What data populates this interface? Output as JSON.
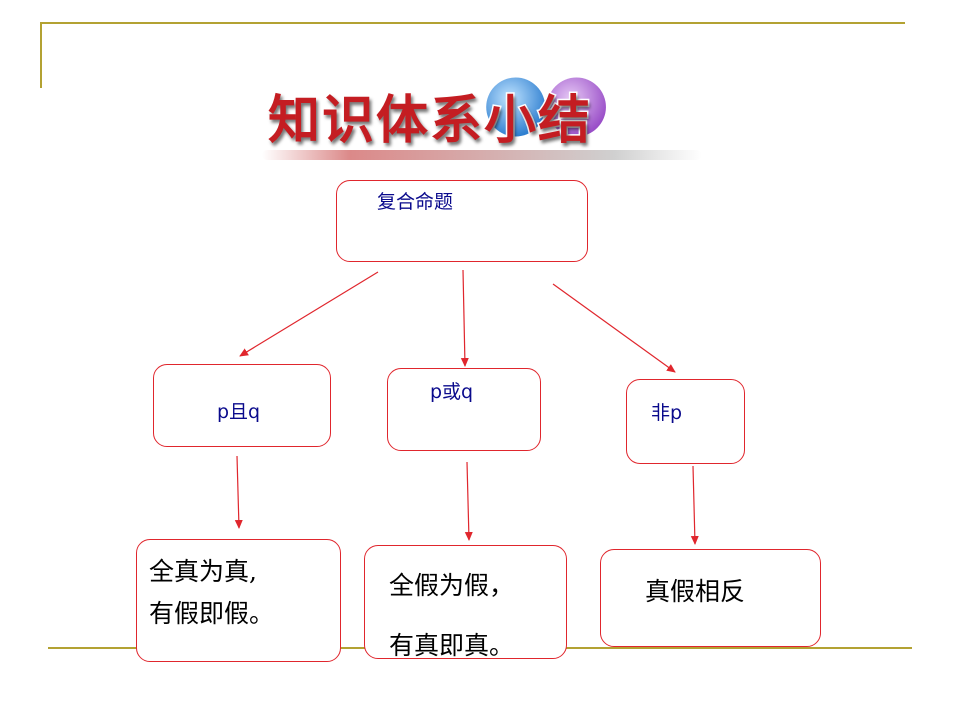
{
  "title": "知识体系小结",
  "colors": {
    "accent_rule": "#b3a232",
    "box_border": "#e0262d",
    "arrow": "#e0262d",
    "label_blue": "#0a0a8c",
    "title_red": "#c41d22"
  },
  "nodes": {
    "root": "复合命题",
    "and": "p且q",
    "or": "p或q",
    "not": "非p",
    "and_result": [
      "全真为真,",
      "有假即假。"
    ],
    "or_result": [
      "全假为假，",
      "有真即真。"
    ],
    "not_result": "真假相反"
  }
}
